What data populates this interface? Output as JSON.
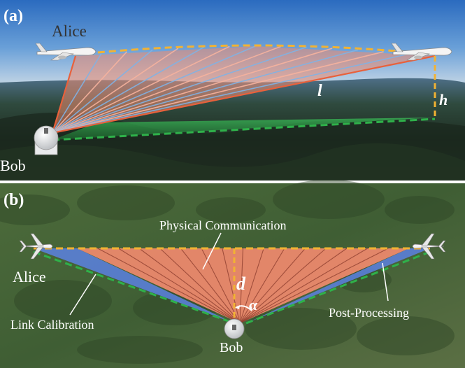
{
  "panel_a": {
    "tag": "(a)",
    "alice": "Alice",
    "bob": "Bob",
    "l": "l",
    "h": "h"
  },
  "panel_b": {
    "tag": "(b)",
    "alice": "Alice",
    "bob": "Bob",
    "physical": "Physical Communication",
    "calibration": "Link Calibration",
    "post": "Post-Processing",
    "d": "d",
    "alpha": "α"
  },
  "colors": {
    "orange_dash": "#f2b233",
    "green_dash": "#2fb14a",
    "beam_fill": "#f08a6e",
    "blue_fill": "#5a7fd8",
    "red_edge": "#e8613c"
  }
}
